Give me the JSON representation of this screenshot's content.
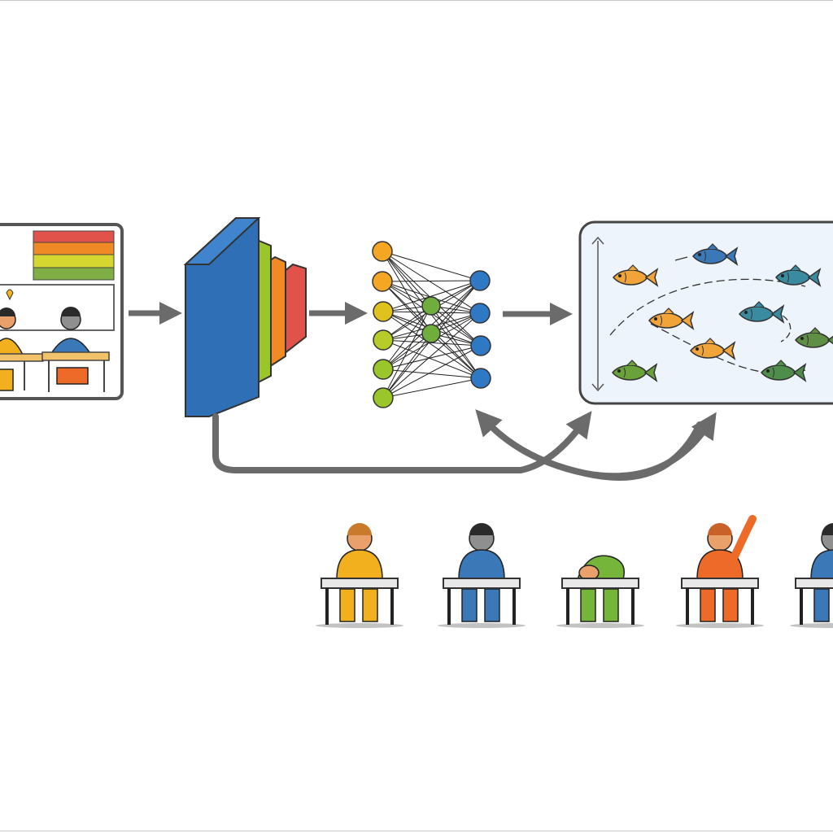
{
  "diagram": {
    "stages": [
      {
        "id": "classroom-input",
        "icon": "classroom-scene-icon"
      },
      {
        "id": "cnn-feature-extractor",
        "icon": "stacked-layers-icon"
      },
      {
        "id": "neural-network",
        "icon": "neural-network-icon"
      },
      {
        "id": "fish-school-output",
        "icon": "fish-school-icon"
      }
    ],
    "students": [
      {
        "posture": "writing",
        "color": "#f2b01e"
      },
      {
        "posture": "reading",
        "color": "#3a78b8"
      },
      {
        "posture": "head-down",
        "color": "#74b53a"
      },
      {
        "posture": "hand-raised",
        "color": "#ee6a28"
      },
      {
        "posture": "sitting",
        "color": "#3a78b8"
      }
    ],
    "colors": {
      "blue": "#2f6fb6",
      "green": "#9ac52b",
      "orange": "#f08a24",
      "red": "#e0524a",
      "arrow": "#6b6b6b",
      "panel_bg": "#eef4fb"
    }
  }
}
